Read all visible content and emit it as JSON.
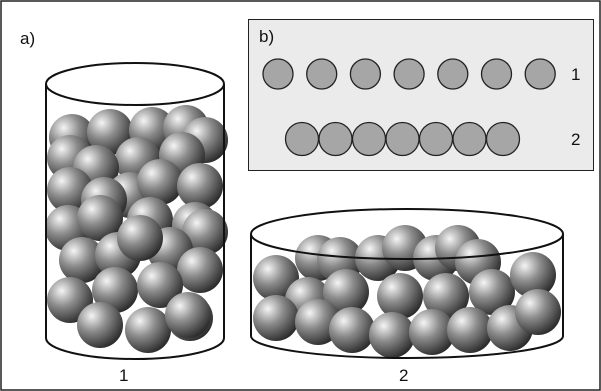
{
  "panel_a": {
    "label": "a)"
  },
  "panel_b": {
    "label": "b)",
    "row_labels": [
      "1",
      "2"
    ],
    "row_counts": [
      7,
      7
    ],
    "circle_fill": "#a6a6a6"
  },
  "containers": [
    {
      "name": "tall-cylinder",
      "label": "1"
    },
    {
      "name": "wide-dish",
      "label": "2"
    }
  ],
  "colors": {
    "sphere_light": "#f5f5f5",
    "sphere_mid": "#8c8c8c",
    "sphere_dark": "#2b2b2b",
    "inset_bg": "#ebebeb"
  }
}
